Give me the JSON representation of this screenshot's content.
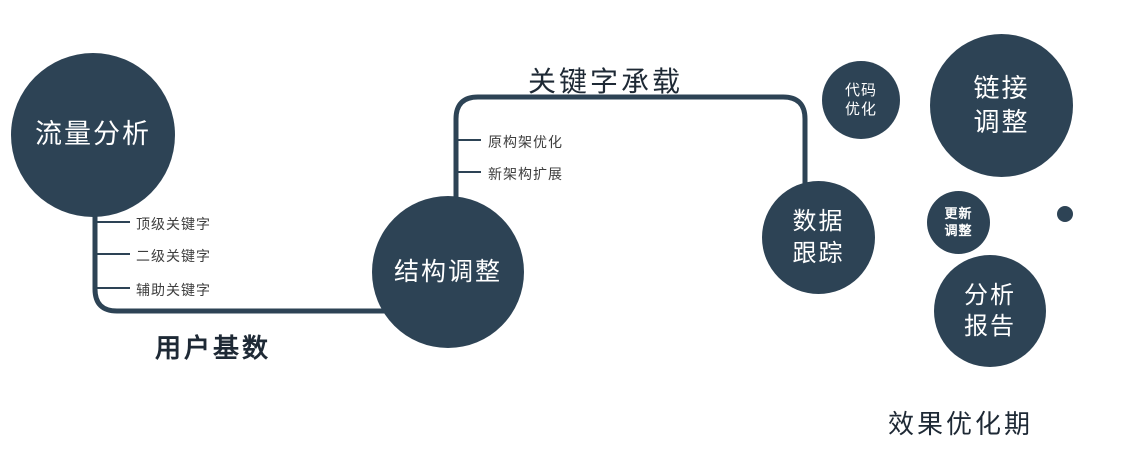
{
  "colors": {
    "node_fill": "#2d4355",
    "line": "#2d4355",
    "node_text": "#ffffff",
    "label_text": "#1e2935"
  },
  "nodes": {
    "traffic_analysis": {
      "label": "流量分析"
    },
    "structure_adjustment": {
      "label": "结构调整"
    },
    "data_tracking": {
      "line1": "数据",
      "line2": "跟踪"
    },
    "code_optimization": {
      "line1": "代码",
      "line2": "优化"
    },
    "link_adjustment": {
      "line1": "链接",
      "line2": "调整"
    },
    "update_adjustment": {
      "line1": "更新",
      "line2": "调整"
    },
    "analysis_report": {
      "line1": "分析",
      "line2": "报告"
    }
  },
  "edge_labels": {
    "keyword_bearing": "关键字承载",
    "user_base": "用户基数"
  },
  "branch_labels": {
    "top_level_keywords": "顶级关键字",
    "second_level_keywords": "二级关键字",
    "auxiliary_keywords": "辅助关键字",
    "original_architecture_optimization": "原构架优化",
    "new_architecture_expansion": "新架构扩展"
  },
  "caption": {
    "effect_optimization_period": "效果优化期"
  }
}
